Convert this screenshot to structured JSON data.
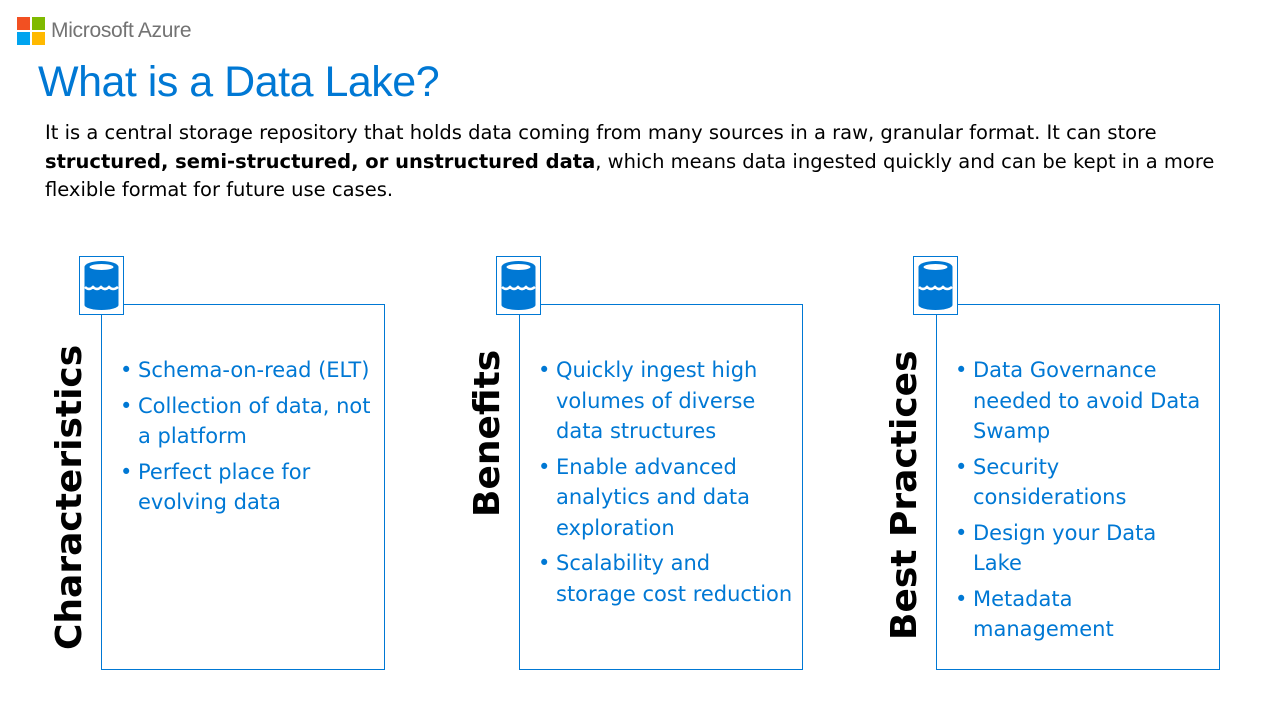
{
  "brand": {
    "name": "Microsoft Azure",
    "colors": [
      "#f25022",
      "#7fba00",
      "#00a4ef",
      "#ffb900"
    ]
  },
  "title": "What is a Data Lake?",
  "intro": {
    "part1": "It is a central storage repository that holds data coming from many sources in a raw, granular format. It can store ",
    "bold": "structured, semi-structured, or unstructured data",
    "part2": ", which means data ingested quickly and can be kept in a more flexible format for future use cases."
  },
  "accent": "#0078d4",
  "sections": [
    {
      "label": "Characteristics",
      "items": [
        "Schema-on-read (ELT)",
        "Collection of data, not a platform",
        "Perfect place for evolving data"
      ]
    },
    {
      "label": "Benefits",
      "items": [
        "Quickly ingest high volumes of diverse data structures",
        "Enable advanced analytics and data exploration",
        "Scalability and storage cost reduction"
      ]
    },
    {
      "label": "Best Practices",
      "items": [
        "Data Governance needed to avoid Data Swamp",
        "Security considerations",
        "Design your Data Lake",
        "Metadata management"
      ]
    }
  ]
}
